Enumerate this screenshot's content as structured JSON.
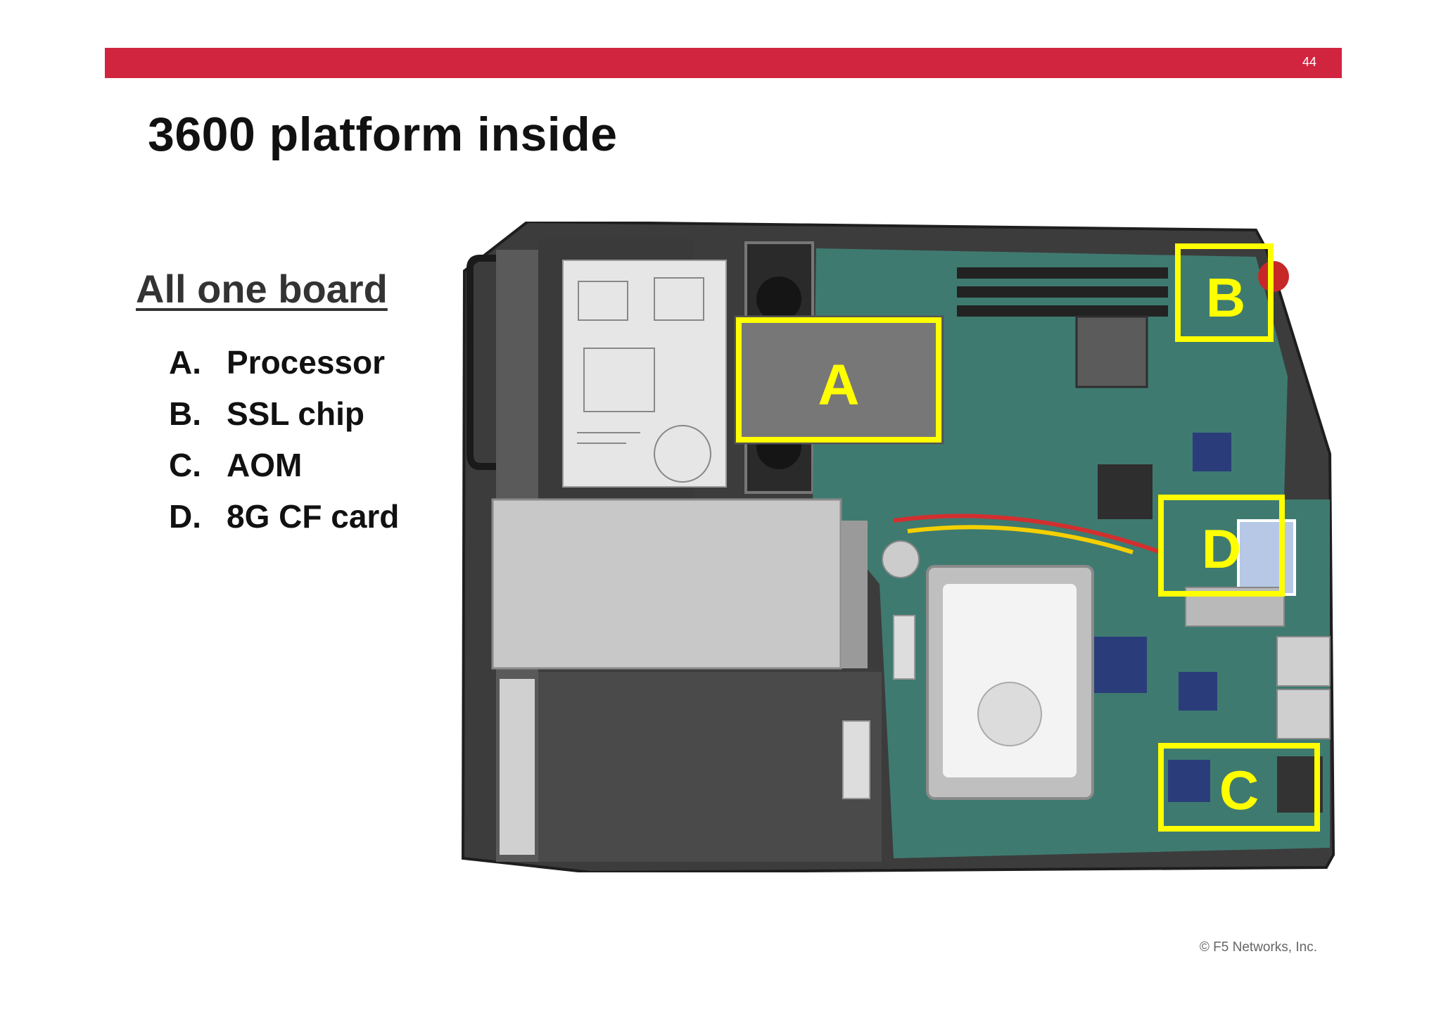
{
  "slide": {
    "page_number": "44",
    "title": "3600 platform inside",
    "subtitle": "All one board",
    "items": [
      {
        "letter": "A.",
        "text": "Processor"
      },
      {
        "letter": "B.",
        "text": "SSL chip"
      },
      {
        "letter": "C.",
        "text": "AOM"
      },
      {
        "letter": "D.",
        "text": "8G CF card"
      }
    ],
    "footer": "© F5 Networks, Inc.",
    "accent_color": "#d1243f",
    "callout_color": "#ffff00"
  },
  "photo": {
    "callouts": {
      "a": "A",
      "b": "B",
      "c": "C",
      "d": "D"
    }
  }
}
